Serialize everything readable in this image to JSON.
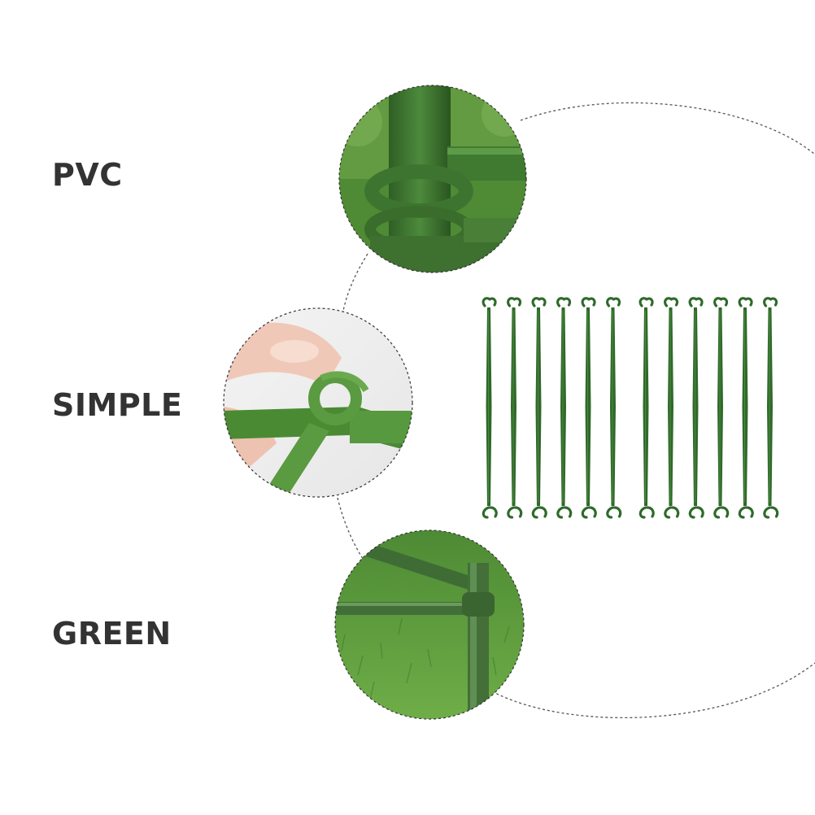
{
  "features": [
    {
      "label": "PVC"
    },
    {
      "label": "SIMPLE"
    },
    {
      "label": "GREEN"
    }
  ],
  "product": {
    "stake_count": 12
  },
  "colors": {
    "label_text": "#333333",
    "stake_green": "#2f6a2a",
    "stake_highlight": "#4c8a3f",
    "grass_dark": "#3f7a2e",
    "grass_light": "#6fae48",
    "dashed_line": "#555555"
  }
}
